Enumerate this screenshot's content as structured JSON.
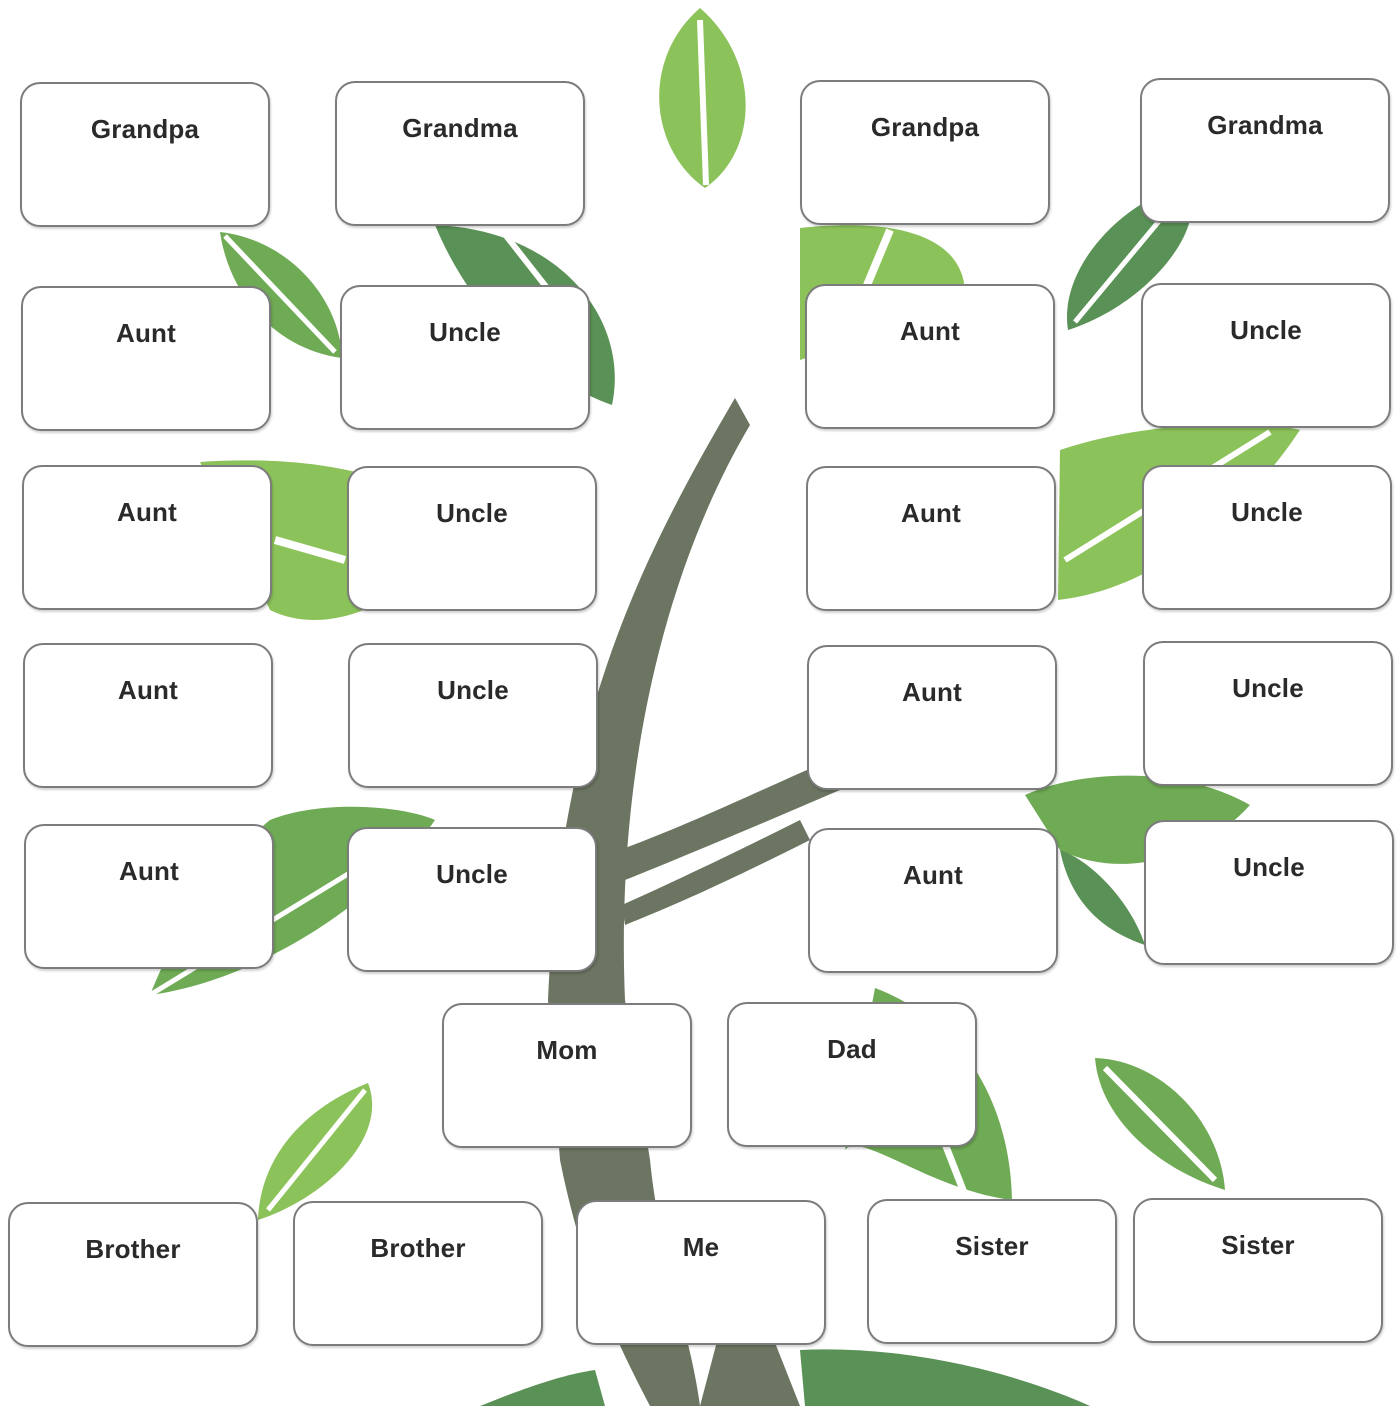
{
  "colors": {
    "trunk": "#6b7561",
    "leaf_light": "#8cc25a",
    "leaf_mid": "#6faa55",
    "leaf_dark": "#5a9156",
    "box_border": "#7c7c7c",
    "text": "#2a2a2a"
  },
  "boxes": [
    {
      "label": "Grandpa"
    },
    {
      "label": "Grandma"
    },
    {
      "label": "Grandpa"
    },
    {
      "label": "Grandma"
    },
    {
      "label": "Aunt"
    },
    {
      "label": "Uncle"
    },
    {
      "label": "Aunt"
    },
    {
      "label": "Uncle"
    },
    {
      "label": "Aunt"
    },
    {
      "label": "Uncle"
    },
    {
      "label": "Aunt"
    },
    {
      "label": "Uncle"
    },
    {
      "label": "Aunt"
    },
    {
      "label": "Uncle"
    },
    {
      "label": "Aunt"
    },
    {
      "label": "Uncle"
    },
    {
      "label": "Aunt"
    },
    {
      "label": "Uncle"
    },
    {
      "label": "Aunt"
    },
    {
      "label": "Uncle"
    },
    {
      "label": "Mom"
    },
    {
      "label": "Dad"
    },
    {
      "label": "Brother"
    },
    {
      "label": "Brother"
    },
    {
      "label": "Me"
    },
    {
      "label": "Sister"
    },
    {
      "label": "Sister"
    }
  ]
}
